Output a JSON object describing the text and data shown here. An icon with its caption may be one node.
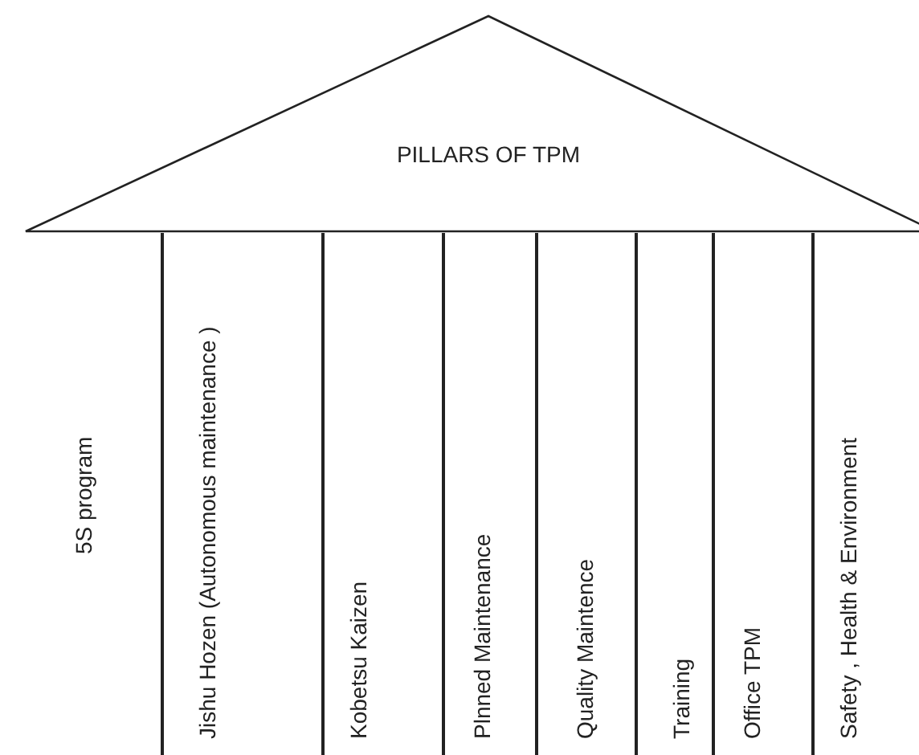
{
  "diagram": {
    "nodes": [
      {
        "text": [
          "PILLARS OF TPM"
        ]
      },
      {
        "text": [
          "5S program"
        ]
      },
      {
        "text": [
          "Jishu Hozen (Autonomous maintenance )"
        ]
      },
      {
        "text": [
          "Kobetsu  Kaizen"
        ]
      },
      {
        "text": [
          "Plnned Maintenance"
        ]
      },
      {
        "text": [
          "Quality Maintence"
        ]
      },
      {
        "text": [
          "Training"
        ]
      },
      {
        "text": [
          "Office TPM"
        ]
      },
      {
        "text": [
          "Safety , Health & Environment"
        ]
      }
    ]
  }
}
